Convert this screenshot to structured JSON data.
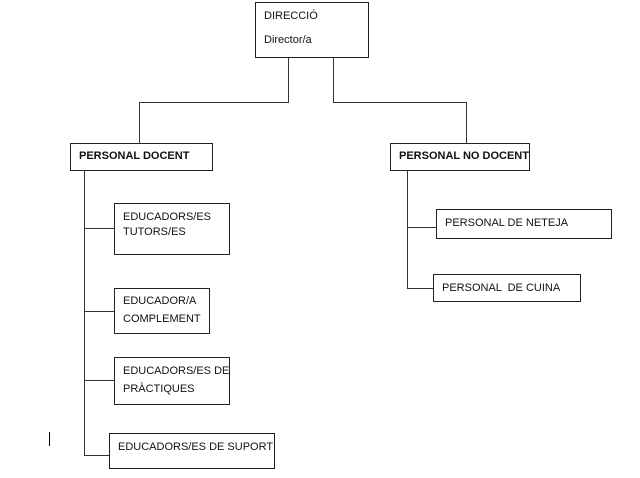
{
  "org_chart": {
    "root": {
      "title": "DIRECCIÓ",
      "subtitle": "Director/a"
    },
    "branches": {
      "teaching": {
        "label": "PERSONAL DOCENT",
        "children": [
          {
            "line1": "EDUCADORS/ES",
            "line2": "TUTORS/ES"
          },
          {
            "line1": "EDUCADOR/A",
            "line2": "COMPLEMENT"
          },
          {
            "line1": "EDUCADORS/ES DE",
            "line2": "PRÀCTIQUES"
          },
          {
            "line1": "EDUCADORS/ES DE SUPORT",
            "line2": ""
          }
        ]
      },
      "non_teaching": {
        "label": "PERSONAL NO DOCENT",
        "children": [
          {
            "line1": "PERSONAL DE NETEJA"
          },
          {
            "line1": "PERSONAL  DE CUINA"
          }
        ]
      }
    }
  },
  "colors": {
    "box_border": "#222222",
    "connector": "#333333",
    "background": "#ffffff"
  }
}
